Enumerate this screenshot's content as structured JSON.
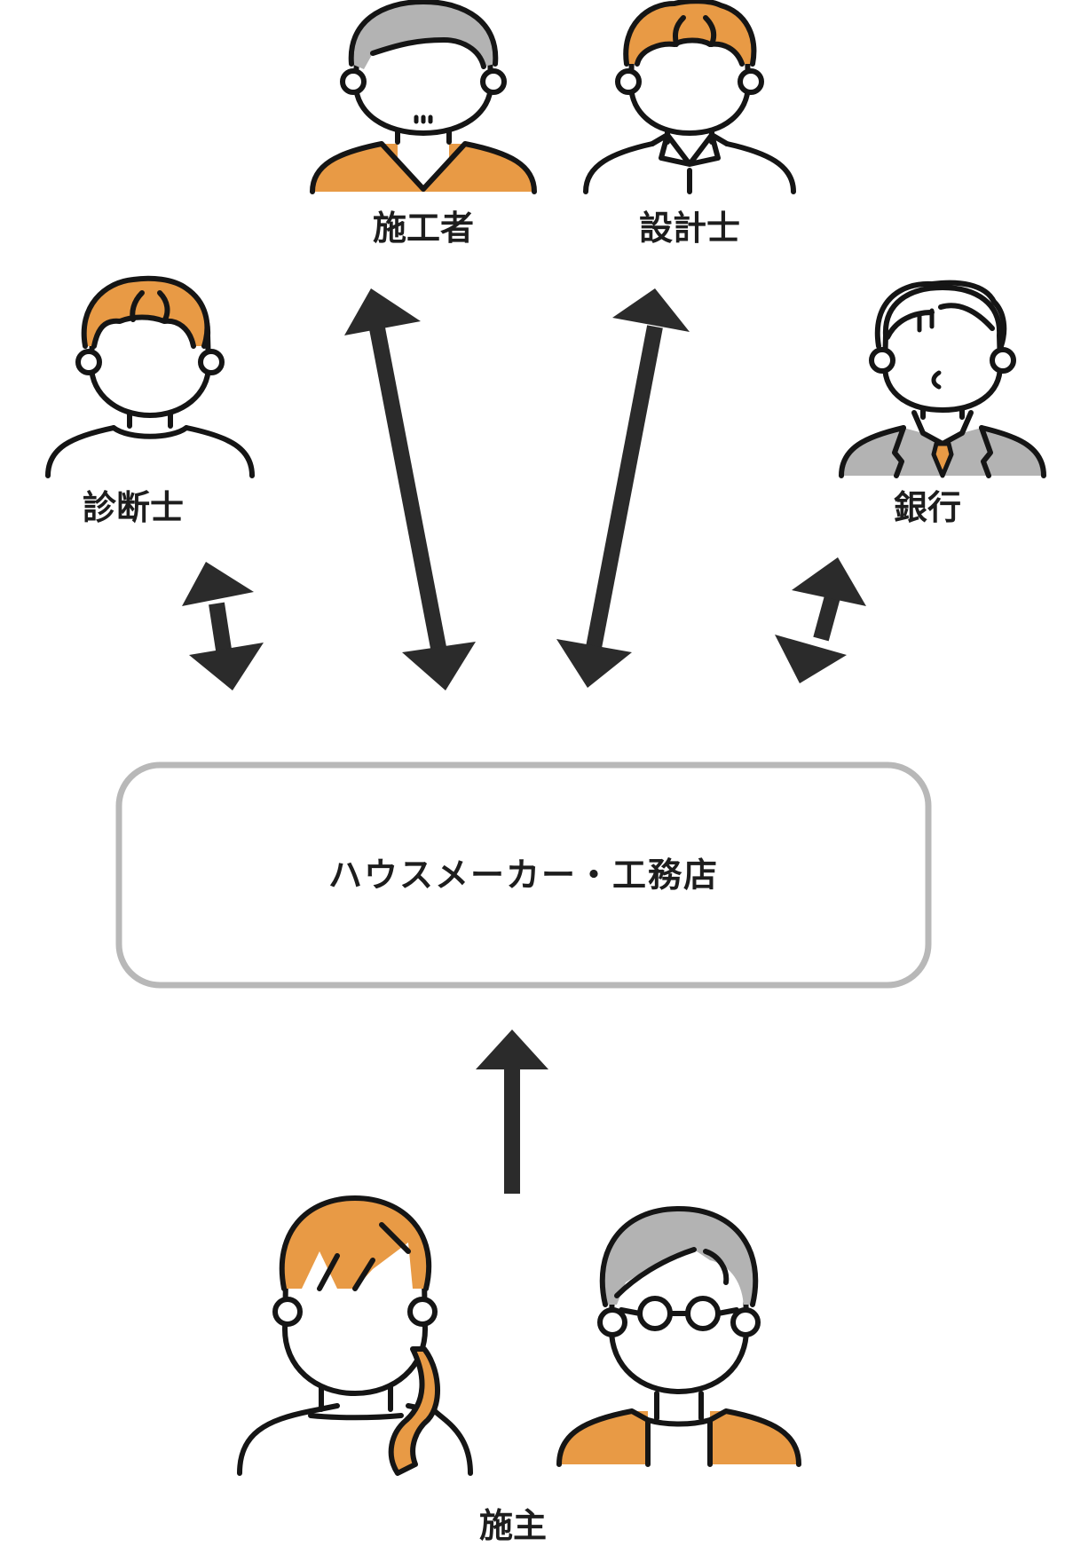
{
  "diagram": {
    "roles": {
      "contractor": "施工者",
      "architect": "設計士",
      "inspector": "診断士",
      "bank": "銀行",
      "owner": "施主"
    },
    "center": "ハウスメーカー・工務店",
    "colors": {
      "orange": "#E89A45",
      "gray": "#B3B3B3",
      "arrow": "#2B2B2B",
      "outline": "#151515",
      "box_border": "#B8B8B8"
    }
  }
}
